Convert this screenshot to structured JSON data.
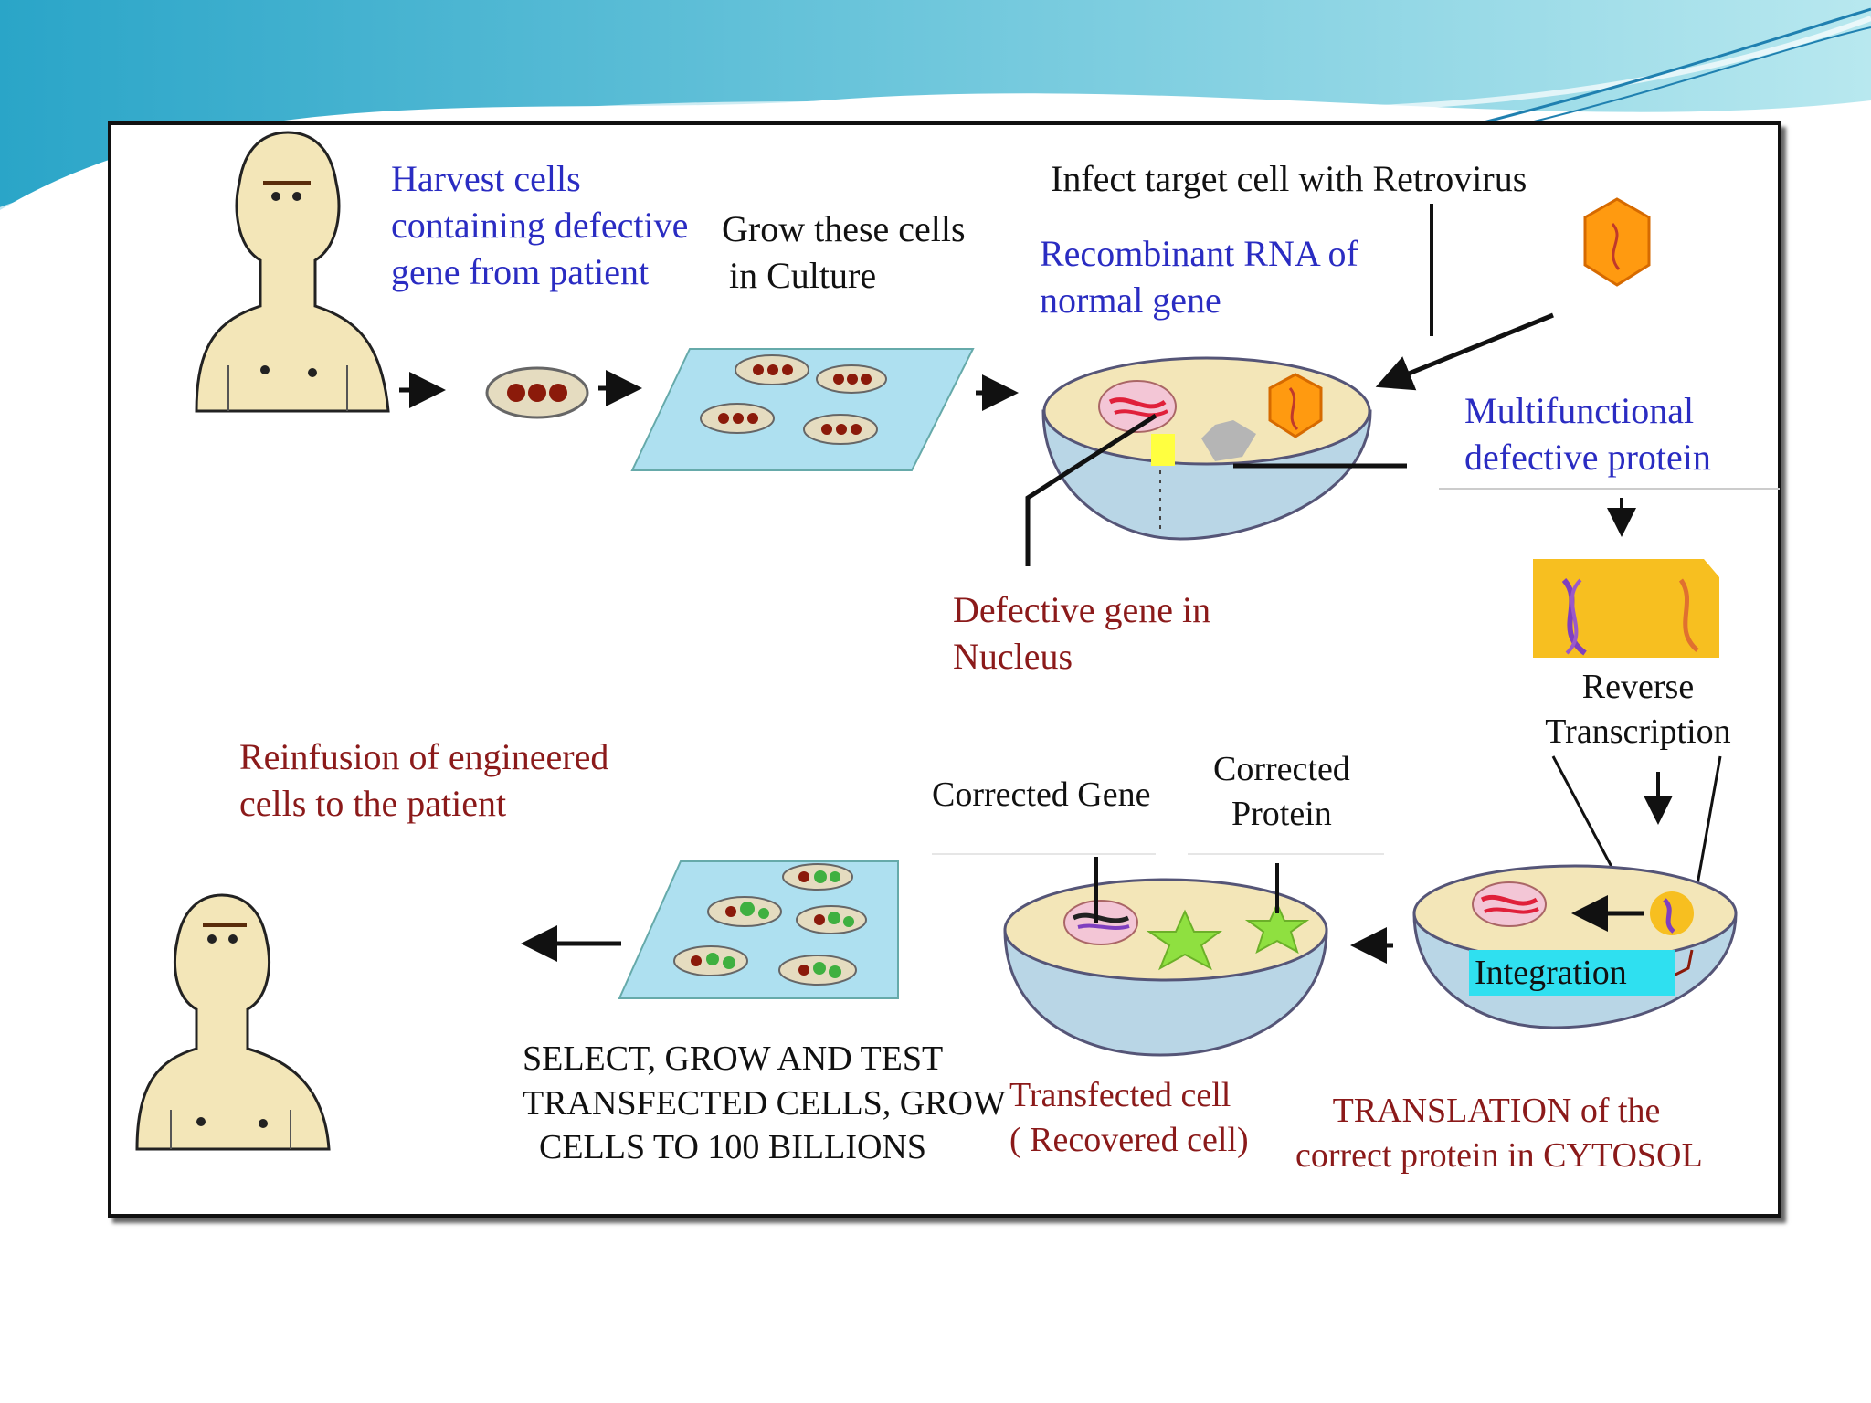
{
  "diagram": {
    "labels": {
      "harvest": [
        "Harvest cells",
        "containing defective",
        "gene from patient"
      ],
      "grow": [
        "Grow these cells",
        "in Culture"
      ],
      "infect": "Infect target cell with Retrovirus",
      "recombinant": [
        "Recombinant RNA of",
        "normal gene"
      ],
      "multifunctional": [
        "Multifunctional",
        "defective protein"
      ],
      "defective_gene": [
        "Defective gene in",
        "Nucleus"
      ],
      "reverse": [
        "Reverse",
        "Transcription"
      ],
      "reinfusion": [
        "Reinfusion of engineered",
        "cells to the patient"
      ],
      "corrected_gene": "Corrected Gene",
      "corrected_protein": [
        "Corrected",
        "Protein"
      ],
      "integration": "Integration",
      "select": [
        "SELECT, GROW AND TEST",
        "TRANSFECTED CELLS, GROW",
        "CELLS TO 100 BILLIONS"
      ],
      "transfected": [
        "Transfected cell",
        "( Recovered cell)"
      ],
      "translation": [
        "TRANSLATION of the",
        "correct protein in CYTOSOL"
      ]
    }
  },
  "colors": {
    "label_blue": "#2a2cc2",
    "label_maroon": "#8b1a1a",
    "skin": "#f3e6b8",
    "culture_dish": "#aee0f0",
    "header_wave": "#3fb3cf"
  }
}
